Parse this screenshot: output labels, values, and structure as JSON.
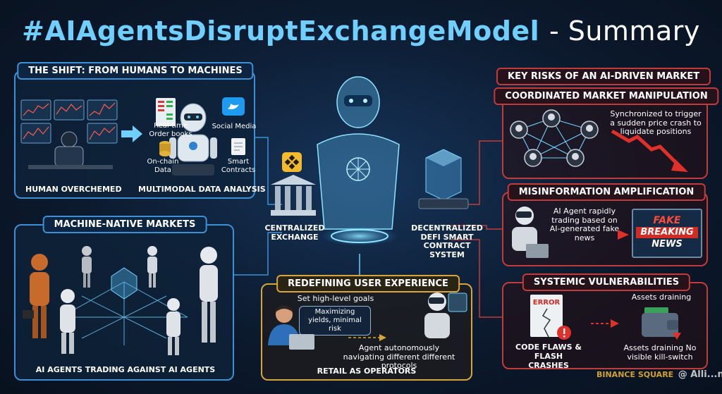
{
  "title": {
    "hashtag": "#AIAgentsDisruptExchangeModel",
    "suffix": "- Summary"
  },
  "shift": {
    "header": "THE SHIFT: FROM HUMANS TO MACHINES",
    "left_caption": "HUMAN OVERCHEMED",
    "right_caption": "MULTIMODAL DATA ANALYSIS",
    "labels": {
      "orderbooks": "Real-time Order books",
      "social": "Social Media",
      "onchain": "On-chain Data",
      "contracts": "Smart Contracts"
    }
  },
  "machine": {
    "header": "MACHINE-NATIVE MARKETS",
    "caption": "AI AGENTS TRADING AGAINST AI AGENTS"
  },
  "center": {
    "centralized": "CENTRALIZED EXCHANGE",
    "decentralized": "DECENTRALIZED DEFI SMART CONTRACT SYSTEM"
  },
  "ux": {
    "header": "REDEFINING USER EXPERIENCE",
    "goals": "Set high-level goals",
    "bubble": "Maximizing yields, minimal risk",
    "agent_note": "Agent autonomously navigating different different protocols",
    "caption": "RETAIL AS OPERATORS"
  },
  "risks": {
    "header": "KEY RISKS OF AN AI-DRIVEN MARKET",
    "manipulation": {
      "header": "COORDINATED MARKET MANIPULATION",
      "note": "Synchronized to trigger a sudden price crash to liquidate positions"
    },
    "misinfo": {
      "header": "MISINFORMATION AMPLIFICATION",
      "note": "AI Agent rapidly trading based on AI-generated fake news",
      "screen_line1": "FAKE",
      "screen_line2": "BREAKING",
      "screen_line3": "NEWS"
    },
    "systemic": {
      "header": "SYSTEMIC VULNERABILITIES",
      "error": "ERROR",
      "left_caption": "CODE FLAWS & FLASH CRASHES",
      "top_note": "Assets draining",
      "bottom_note": "Assets draining No visible kill-switch"
    }
  },
  "watermark": {
    "brand": "BINANCE SQUARE",
    "handle": "@ Alli...ns"
  },
  "colors": {
    "blue": "#3d8fd6",
    "red": "#c23b3b",
    "gold": "#d6a53d",
    "cyan": "#6fd0ff"
  }
}
